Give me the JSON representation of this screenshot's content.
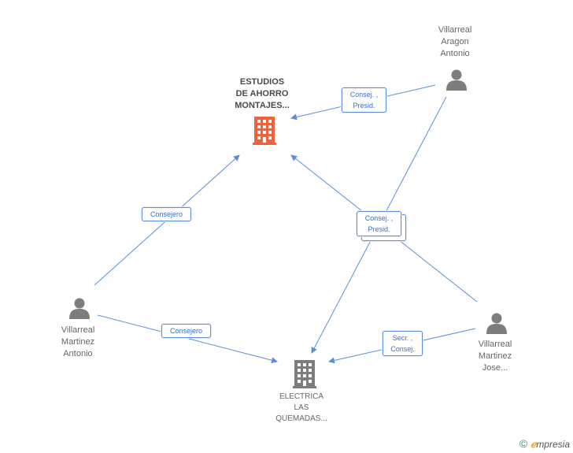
{
  "colors": {
    "edge": "#5b8fd6",
    "person_icon": "#7d7d7d",
    "company_main": "#f0623a",
    "company": "#7d7d7d"
  },
  "nodes": {
    "estudios": {
      "lines": [
        "ESTUDIOS",
        "DE AHORRO",
        "MONTAJES..."
      ],
      "icon": "building-icon"
    },
    "electrica": {
      "lines": [
        "ELECTRICA",
        "LAS",
        "QUEMADAS..."
      ],
      "icon": "building-icon"
    },
    "aragon": {
      "lines": [
        "Villarreal",
        "Aragon",
        "Antonio"
      ],
      "icon": "person-icon"
    },
    "martinez_antonio": {
      "lines": [
        "Villarreal",
        "Martinez",
        "Antonio"
      ],
      "icon": "person-icon"
    },
    "martinez_jose": {
      "lines": [
        "Villarreal",
        "Martinez",
        "Jose..."
      ],
      "icon": "person-icon"
    }
  },
  "edges": {
    "aragon_estudios": {
      "lines": [
        "Consej. ,",
        "Presid."
      ]
    },
    "antonio_estudios": {
      "lines": [
        "Consejero"
      ]
    },
    "center": {
      "lines": [
        "Consej. ,",
        "Presid."
      ]
    },
    "antonio_electrica": {
      "lines": [
        "Consejero"
      ]
    },
    "jose_electrica": {
      "lines": [
        "Secr. ,",
        "Consej."
      ]
    }
  },
  "footer": {
    "copyright": "©",
    "brand_e": "ℯ",
    "brand_rest": "mpresia"
  }
}
